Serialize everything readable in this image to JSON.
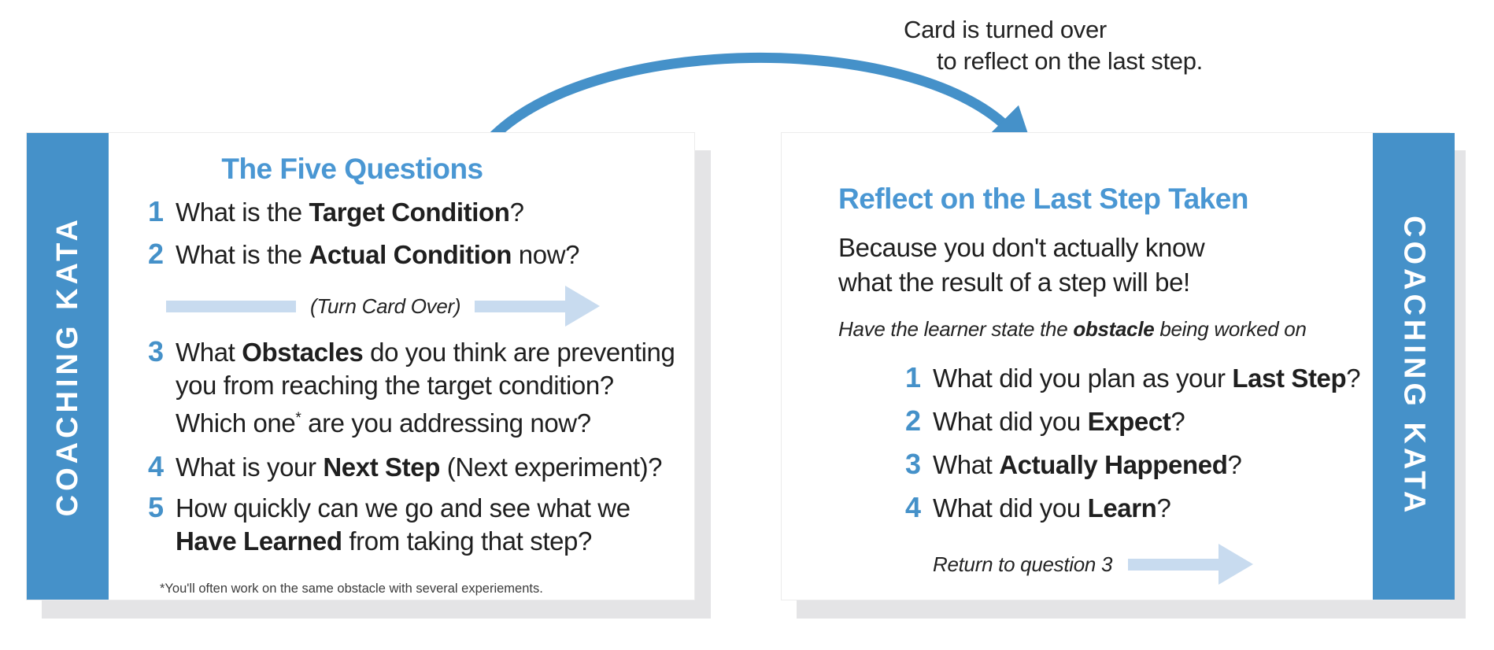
{
  "colors": {
    "accent_blue": "#4591c9",
    "title_blue": "#4a97d3",
    "pale_blue": "#c8dbef",
    "shadow_gray": "#e4e4e6",
    "text_dark": "#1f1f1f"
  },
  "icons": {
    "curved_arrow": "curved-arrow-right-down",
    "turn_card_bar": "pale-bar",
    "turn_card_arrow": "pale-arrow-right",
    "return_arrow": "pale-arrow-right"
  },
  "caption": {
    "line1": "Card is turned over",
    "line2": "to reflect on the last step."
  },
  "left_card": {
    "sidebar_label": "COACHING KATA",
    "title": "The Five Questions",
    "q1": {
      "num": "1",
      "pre": "What is the ",
      "bold": "Target Condition",
      "post": "?"
    },
    "q2": {
      "num": "2",
      "pre": "What is the ",
      "bold": "Actual Condition",
      "post": " now?"
    },
    "turn_note": "(Turn Card Over)",
    "q3": {
      "num": "3",
      "l1_pre": "What ",
      "l1_bold": "Obstacles",
      "l1_post": " do you think are preventing",
      "l2": "you from reaching the target condition?",
      "l3_pre": "Which one",
      "l3_sup": "*",
      "l3_post": " are you addressing now?"
    },
    "q4": {
      "num": "4",
      "pre": "What is your ",
      "bold": "Next Step",
      "post": " (Next experiment)?"
    },
    "q5": {
      "num": "5",
      "l1": "How quickly can we go and see what we",
      "l2_bold": "Have Learned",
      "l2_post": " from taking that step?"
    },
    "footnote": "*You'll often work on the same obstacle with several experiements."
  },
  "right_card": {
    "sidebar_label": "COACHING KATA",
    "title": "Reflect on the Last Step Taken",
    "para_l1": "Because you don't actually know",
    "para_l2": "what the result of a step will be!",
    "note_pre": "Have the learner state the ",
    "note_bold": "obstacle",
    "note_post": " being worked on",
    "q1": {
      "num": "1",
      "pre": "What did you plan as your ",
      "bold": "Last Step",
      "post": "?"
    },
    "q2": {
      "num": "2",
      "pre": "What did you ",
      "bold": "Expect",
      "post": "?"
    },
    "q3": {
      "num": "3",
      "pre": "What ",
      "bold": "Actually Happened",
      "post": "?"
    },
    "q4": {
      "num": "4",
      "pre": "What did you ",
      "bold": "Learn",
      "post": "?"
    },
    "return_note": "Return to question 3"
  }
}
